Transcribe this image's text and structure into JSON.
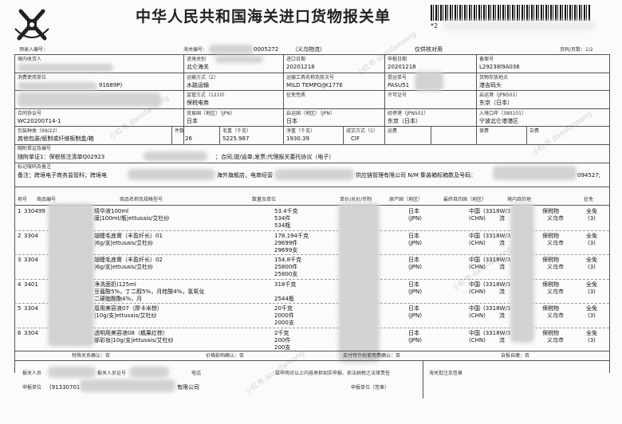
{
  "header": {
    "title": "中华人民共和国海关进口货物报关单",
    "barcode_text": "*2",
    "prefill_no_label": "预录入编号：",
    "customs_no_label": "海关编号：",
    "customs_no_value": "0005272",
    "customs_note": "（义乌物流）",
    "for_verification": "仅供核对用",
    "page_info": "页码/页数：1/2"
  },
  "row1": {
    "consignee_label": "境内收货人",
    "entry_port_label": "进境关别",
    "entry_port_value": "北仑海关",
    "import_date_label": "进口日期",
    "import_date_value": "20201218",
    "declare_date_label": "申报日期",
    "declare_date_value": "20201218",
    "record_no_label": "备案号",
    "record_no_value": "L29238l9A036"
  },
  "row2": {
    "consumer_label": "消费使用单位",
    "consumer_value": "91689P)",
    "transport_label": "运输方式（2）",
    "transport_value": "水路运输",
    "vessel_label": "运输工具名称及航次号",
    "vessel_value": "MILD TEMPO/JK177E",
    "bl_label": "提运单号",
    "bl_value": "PASU51",
    "storage_label": "货物存放地点",
    "storage_value": "港吉码头"
  },
  "row3": {
    "supervision_label": "监管方式（1210）",
    "supervision_value": "保税电商",
    "levy_label": "征免性质",
    "license_label": "许可证号",
    "departure_port_label": "启运港（JPN501）",
    "departure_port_value": "东京（日本）"
  },
  "row4": {
    "contract_label": "合同协议号",
    "contract_value": "WC20200714-1",
    "trade_country_label": "贸易国（地区）（JPN）",
    "trade_country_value": "日本",
    "origin_country_label": "启运国（地区）（JPN）",
    "origin_country_value": "日本",
    "transit_port_label": "经停港（JPN501）",
    "transit_port_value": "东京（日本）",
    "entry_point_label": "入境口岸（380101）",
    "entry_point_value": "宁波北仑港港区"
  },
  "row5": {
    "package_label": "包装种类（99/22）",
    "package_value": "其他包装/纸制或纤维板制盒/箱",
    "pieces_label": "件数",
    "pieces_value": "26",
    "gross_label": "毛重（千克）",
    "gross_value": "5225.987",
    "net_label": "净重（千克）",
    "net_value": "1930.39",
    "deal_label": "成交方式（1）",
    "deal_value": "CIF",
    "freight_label": "运费",
    "insurance_label": "保费",
    "misc_label": "杂费"
  },
  "docs": {
    "label": "随附单证及编号",
    "line1": "随附单证1：保税核注清单Q02923",
    "line1_rest": "；合同;提/运单;发票;代理报关委托协议（电子）"
  },
  "marks": {
    "label": "标记唛码及备注",
    "prefix": "备注：跨境电子商务监管科；跨境电",
    "mid": "海外旗舰店，电商经营",
    "mid2": "供应链管理有限公司 N/M   集装箱标箱数及号码：",
    "suffix": "094527;"
  },
  "goods_header": {
    "seq": "项号",
    "code": "商品编号",
    "name": "商品名称及规格型号",
    "qty": "数量及单位",
    "price": "单价/总价/币制",
    "origin": "原产国（地区）",
    "dest": "最终目的国（地区）",
    "district": "境内目的地",
    "levy": "征免"
  },
  "goods": [
    {
      "seq": "1",
      "code": "330499",
      "name1": "精华液100ml",
      "name2": "膜|100ml/瓶|ettusais/艾杜纱",
      "q1": "53.4千克",
      "q2": "534件",
      "q3": "534瓶",
      "origin": "日本",
      "origin_code": "(JPN)",
      "dest": "中国",
      "dest_code": "(CHN)",
      "district": "(3318W/3",
      "district2": "流",
      "city": "保税物",
      "city2": "义乌市",
      "levy": "全免",
      "levy2": "(3)"
    },
    {
      "seq": "2",
      "code": "3304",
      "name1": "翘睫毛底膏（丰盈纤长）01",
      "name2": "|6g/支|ettusais/艾杜纱",
      "q1": "178.194千克",
      "q2": "29699件",
      "q3": "29699支",
      "origin": "日本",
      "origin_code": "(JPN)",
      "dest": "中国",
      "dest_code": "(CHN)",
      "district": "(3318W/3",
      "district2": "流",
      "city": "保税物",
      "city2": "义乌市",
      "levy": "全免",
      "levy2": "(3)"
    },
    {
      "seq": "3",
      "code": "3304",
      "name1": "翘睫毛底膏（丰盈纤长）02",
      "name2": "|6g/支|ettusais/艾杜纱",
      "q1": "154.8千克",
      "q2": "25800件",
      "q3": "25800支",
      "origin": "日本",
      "origin_code": "(JPN)",
      "dest": "中国",
      "dest_code": "(CHN)",
      "district": "(3318W/3",
      "district2": "流",
      "city": "保税物",
      "city2": "义乌市",
      "levy": "全免",
      "levy2": "(3)"
    },
    {
      "seq": "4",
      "code": "3401",
      "name1": "净洗面奶)125ml",
      "name2": "豆蔻酸5%，丁二醇5%，月桂酸4%，氢氧化",
      "name3": "二硬脂酸酯4%，月",
      "q1": "318千克",
      "q2": "",
      "q3": "2544瓶",
      "origin": "日本",
      "origin_code": "(JPN)",
      "dest": "中国",
      "dest_code": "(CHN)",
      "district": "(3318W/3",
      "district2": "流",
      "city": "保税物",
      "city2": "义乌市",
      "levy": "全免",
      "levy2": "(3)"
    },
    {
      "seq": "5",
      "code": "3304",
      "name1": "唇用美容液07（摩卡米棕）",
      "name2": "|10g/支|ettusais/艾杜纱",
      "q1": "20千克",
      "q2": "2000件",
      "q3": "2000支",
      "origin": "日本",
      "origin_code": "(JPN)",
      "dest": "中国",
      "dest_code": "(CHN)",
      "district": "(3318W/3",
      "district2": "流",
      "city": "保税物",
      "city2": "义乌市",
      "levy": "全免",
      "levy2": "(3)"
    },
    {
      "seq": "6",
      "code": "3304",
      "name1": "透明用美容液08（橘果红棕）",
      "name2": "部彩妆|10g/支|ettusais/艾杜纱",
      "q1": "2千克",
      "q2": "200件",
      "q3": "200支",
      "origin": "日本",
      "origin_code": "(JPN)",
      "dest": "中国",
      "dest_code": "(CHN)",
      "district": "(3318W/3",
      "district2": "流",
      "city": "保税物",
      "city2": "义乌市",
      "levy": "全免",
      "levy2": "(3)"
    }
  ],
  "footer": {
    "special_label": "特殊关系确认：否",
    "price_label": "价格影响确认：否",
    "royalty_label": "支付特许权使用费确认：否",
    "self_label": "自报自缴：否",
    "declarant_label": "报关人员",
    "declarant_cert_label": "报关人员证号",
    "phone_label": "电话",
    "declare_unit_label": "申报单位",
    "declare_unit_value": "(91330701",
    "company_suffix": "有限公司",
    "statement": "兹申明对以上内容承担如实申报、依法纳税之法律责任",
    "stamp_label": "申报单位（签章）",
    "approval_label": "海关批注及签章"
  },
  "watermark": "小红书 damifansong"
}
